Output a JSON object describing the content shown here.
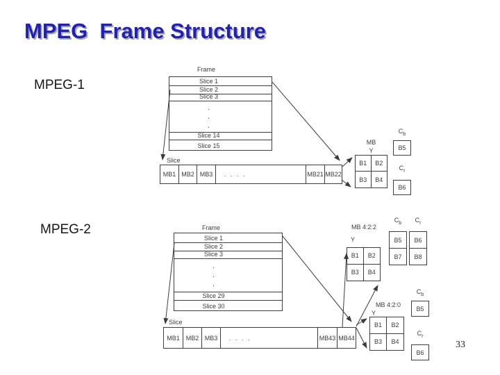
{
  "title": "MPEG  Frame Structure",
  "page_number": "33",
  "labels": {
    "mpeg1": "MPEG-1",
    "mpeg2": "MPEG-2"
  },
  "colors": {
    "title": "#2121b2",
    "title_shadow": "#a8a8bc",
    "diagram_line": "#3b3b3b"
  },
  "mpeg1": {
    "frame_title": "Frame",
    "frame_rows": [
      "Slice 1",
      "Slice 2",
      "Slice 3",
      "Slice 14",
      "Slice 15"
    ],
    "dots": [
      ".",
      ".",
      "."
    ],
    "slice_title": "Slice",
    "mb_cells": [
      "MB1",
      "MB2",
      "MB3",
      ". . . .",
      "MB21",
      "MB22"
    ],
    "mb_title": "MB",
    "y_label": "Y",
    "y_cells": [
      "B1",
      "B2",
      "B3",
      "B4"
    ],
    "cb": {
      "base": "C",
      "sub": "b"
    },
    "cr": {
      "base": "C",
      "sub": "r"
    },
    "cb_cells": [
      "B5"
    ],
    "cr_cells": [
      "B6"
    ]
  },
  "mpeg2": {
    "frame_title": "Frame",
    "frame_rows": [
      "Slice 1",
      "Slice 2",
      "Slice 3",
      "Slice 29",
      "Slice 30"
    ],
    "dots": [
      ".",
      ".",
      "."
    ],
    "slice_title": "Slice",
    "mb_cells": [
      "MB1",
      "MB2",
      "MB3",
      ". . . .",
      "MB43",
      "MB44"
    ],
    "mb422_title": "MB 4:2:2",
    "mb420_title": "MB 4:2:0",
    "y_label": "Y",
    "y_cells": [
      "B1",
      "B2",
      "B3",
      "B4"
    ],
    "cb": {
      "base": "C",
      "sub": "b"
    },
    "cr": {
      "base": "C",
      "sub": "r"
    },
    "mb422_cb_cells": [
      "B5",
      "B7"
    ],
    "mb422_cr_cells": [
      "B6",
      "B8"
    ],
    "mb420_cb_cells": [
      "B5"
    ],
    "mb420_cr_cells": [
      "B6"
    ]
  }
}
